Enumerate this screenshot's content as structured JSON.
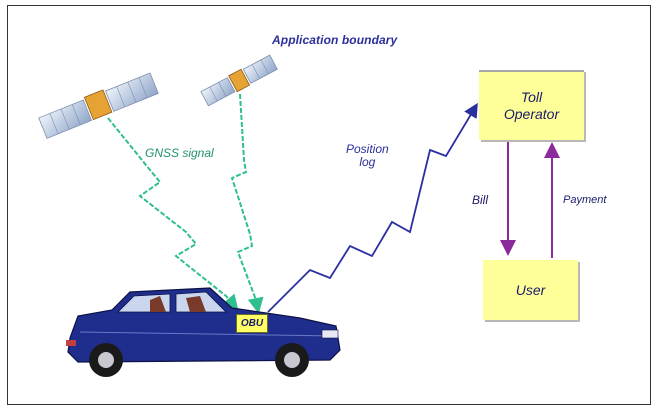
{
  "diagram": {
    "boundary_label": "Application boundary",
    "toll_operator": [
      "Toll",
      "Operator"
    ],
    "user": "User",
    "gnss_signal": "GNSS signal",
    "position_log": [
      "Position",
      "log"
    ],
    "bill": "Bill",
    "payment": "Payment",
    "obu": "OBU"
  },
  "colors": {
    "box_fill": "#ffff99",
    "gnss_arrow": "#2fbf8f",
    "position_arrow": "#2b2fa0",
    "bill_arrow": "#8b2a9a",
    "car_body": "#1f2e8c"
  },
  "icons": [
    "satellite-icon",
    "car-icon"
  ]
}
